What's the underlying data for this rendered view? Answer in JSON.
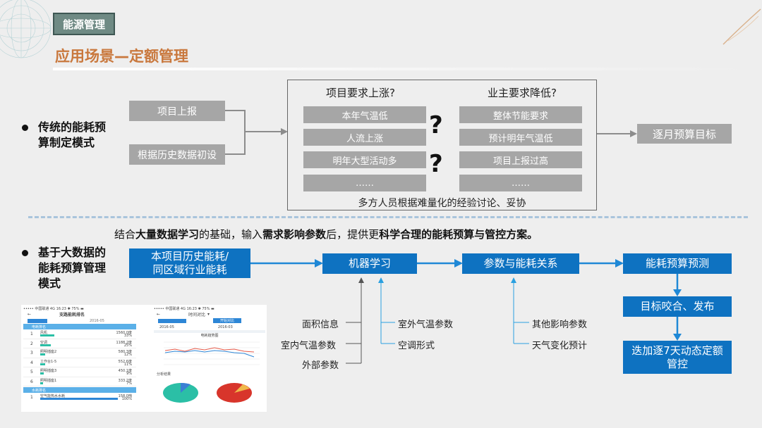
{
  "header": {
    "tag": "能源管理",
    "title": "应用场景—定额管理"
  },
  "traditional": {
    "heading_line1": "传统的能耗预",
    "heading_line2": "算制定模式",
    "inputs": [
      "项目上报",
      "根据历史数据初设"
    ],
    "raise_title": "项目要求上涨?",
    "lower_title": "业主要求降低?",
    "raise_items": [
      "本年气温低",
      "人流上涨",
      "明年大型活动多",
      "……"
    ],
    "lower_items": [
      "整体节能要求",
      "预计明年气温低",
      "项目上报过高",
      "……"
    ],
    "question_mark": "?",
    "footer": "多方人员根据难量化的经验讨论、妥协",
    "output": "逐月预算目标"
  },
  "bigdata": {
    "intro_1": "结合",
    "intro_b1": "大量数据学习",
    "intro_2": "的基础，输入",
    "intro_b2": "需求影响参数",
    "intro_3": "后，提供更",
    "intro_b3": "科学合理的能耗预算与管控方案。",
    "heading_line1": "基于大数据的",
    "heading_line2": "能耗预算管理",
    "heading_line3": "模式",
    "box_history_l1": "本项目历史能耗/",
    "box_history_l2": "同区域行业能耗",
    "box_ml": "机器学习",
    "box_params": "参数与能耗关系",
    "box_forecast": "能耗预算预测",
    "box_target": "目标咬合、发布",
    "box_iterate_l1": "迭加逐7天动态定额",
    "box_iterate_l2": "管控",
    "left_params": [
      "面积信息",
      "室内气温参数",
      "外部参数"
    ],
    "right_params": [
      "室外气温参数",
      "空调形式"
    ],
    "other_params": [
      "其他影响参数",
      "天气变化预计"
    ]
  },
  "phone1": {
    "status": "••••• 中国联通  4G    16:23    ✱ 75% ▬",
    "title": "支路能耗排名",
    "date": "2016-05",
    "group1": "电耗排名",
    "rows": [
      {
        "rank": "1",
        "name": "风机",
        "value": "1560.0度",
        "pct": "33%"
      },
      {
        "rank": "2",
        "name": "空调",
        "value": "1188.2度",
        "pct": "25%"
      },
      {
        "rank": "3",
        "name": "照明插座2",
        "value": "580.3度",
        "pct": "12%"
      },
      {
        "rank": "4",
        "name": "工作台1-5",
        "value": "552.6度",
        "pct": "11%"
      },
      {
        "rank": "5",
        "name": "照明插座3",
        "value": "450.1度",
        "pct": "9%"
      },
      {
        "rank": "6",
        "name": "照明插座1",
        "value": "333.2度",
        "pct": "7%"
      }
    ],
    "group2": "水耗排名",
    "water_row": {
      "rank": "1",
      "name": "空气能热水水耗",
      "value": "158.0吨",
      "pct": "100%"
    }
  },
  "phone2": {
    "status": "••••• 中国联通  4G    16:23    ✱ 75% ▬",
    "title": "时间对比",
    "date_a": "2016-05",
    "date_b": "2016-03",
    "btn": "开始对比",
    "chart_title": "电耗趋势图",
    "result": "分析结果"
  },
  "colors": {
    "blue": "#0e72c1",
    "gray": "#a6a6a6",
    "accent": "#c9783d"
  }
}
